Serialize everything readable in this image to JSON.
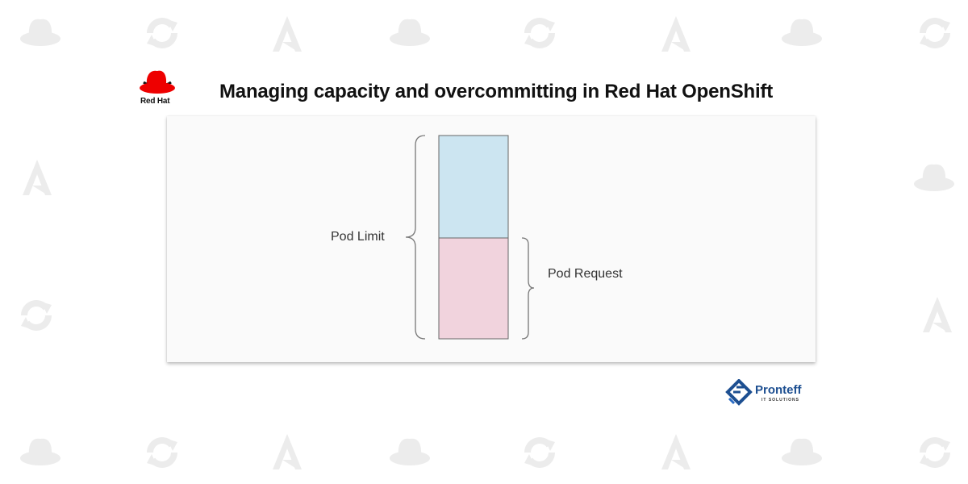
{
  "header": {
    "logo_text": "Red Hat",
    "title": "Managing capacity and overcommitting in Red Hat OpenShift"
  },
  "diagram": {
    "limit_label": "Pod Limit",
    "request_label": "Pod Request",
    "colors": {
      "limit_fill": "#cce5f1",
      "request_fill": "#f1d3dd",
      "stroke": "#666666"
    }
  },
  "footer_logo": {
    "name": "Pronteff",
    "tagline": "IT SOLUTIONS",
    "color": "#1d4f91"
  },
  "background_icons": [
    "fedora-hat-icon",
    "refresh-icon",
    "ansible-a-icon"
  ]
}
